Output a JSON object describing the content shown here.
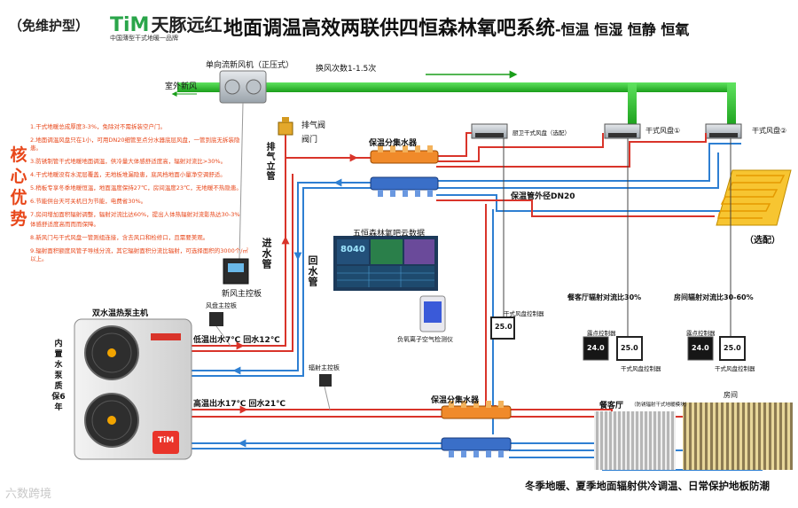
{
  "header": {
    "badge": "（免维护型）",
    "logo_mark": "TiM",
    "logo_brand": "天豚远红",
    "logo_slogan": "中国薄型干式地暖一品牌",
    "title_main": "地面调温高效两联供四恒森林氧吧系统",
    "title_sub": "-恒温 恒湿 恒静 恒氧"
  },
  "core": {
    "title": "核心优势",
    "items": [
      "1.干式地暖总成厚度3-3%，免除对不需拆装空户门。",
      "2.地面调温风盘只在1小，可用DN20细管至点分水器底层风盘，一管到底无拆装隐患。",
      "3.防锈制管干式地暖地面调温，供冷量大体感舒适度高，辐射对流比>30%。",
      "4.干式地暖没有水泥层覆盖，无地板堆漏隐患，底风档地面小量净空调舒适。",
      "5.稍板专享冬季地暖恒温，地面温度保持27℃，房间温度23℃，无地暖不热隐患。",
      "6.节能供台天可关机日为节能，电费省30%。",
      "7.房间增加面积辐射调整，辐射对流比达60%，提出人体热辐射对流影热达30-3%",
      "体感舒适度高而而而保障。",
      "8.新风门与干式风盘一管则组连接，含去风口和检修口，且需要美观。",
      "9.辐射面积额度风管子导线分流，其它辐射面积分流比辐射，可选择面积的3000个/㎡以上。"
    ]
  },
  "fresh_air": {
    "unit_label": "单向流新风机（正压式）",
    "air_change": "换风次数1-1.5次",
    "outdoor": "室外新风",
    "controller": "新风主控板"
  },
  "fan_coils": {
    "bath": "厨卫干式风盘（选配）",
    "coil1": "干式风盘①",
    "coil2": "干式风盘②"
  },
  "optional": "（选配）",
  "pipes": {
    "vent_valve": "排气阀",
    "valve": "阀门",
    "vent_pipe": "排气立管",
    "manifold_top": "保温分集水器",
    "manifold_bottom": "保温分集水器",
    "pipe_size": "保温管外径DN20",
    "supply": "进水管",
    "return": "回水管"
  },
  "dashboard": {
    "title": "五恒森林氧吧云数据",
    "value": "8040",
    "sensor_label": "负氧离子空气检测仪"
  },
  "heat_pump": {
    "title": "双水温热泵主机",
    "side_label": "内置水泵质保6年",
    "fan_panel": "风盘主控板",
    "rad_panel": "辐射主控板",
    "low_temp": "低温出水7℃ 回水12℃",
    "high_temp": "高温出水17℃ 回水21℃",
    "brand_badge": "TiM"
  },
  "controls": {
    "fc_controller": "干式风盘控制器",
    "dining_ratio": "餐客厅辐射对流比30%",
    "room_ratio": "房间辐射对流比30-60%",
    "dew1": "露点控制器",
    "fc1": "干式风盘控制器",
    "dew2": "露点控制器",
    "fc2": "干式风盘控制器",
    "display_value": "25.0",
    "dew_value": "24.0"
  },
  "rooms": {
    "dining": "餐客厅",
    "dining_note": "（防锈辐射干式地暖模块）",
    "room": "房间"
  },
  "footer": "冬季地暖、夏季地面辐射供冷调温、日常保护地板防潮",
  "watermark": "六数跨境",
  "colors": {
    "hot": "#d9342a",
    "cold": "#2e7fd2",
    "air": "#2ecc2e",
    "accent": "#e8471a"
  }
}
